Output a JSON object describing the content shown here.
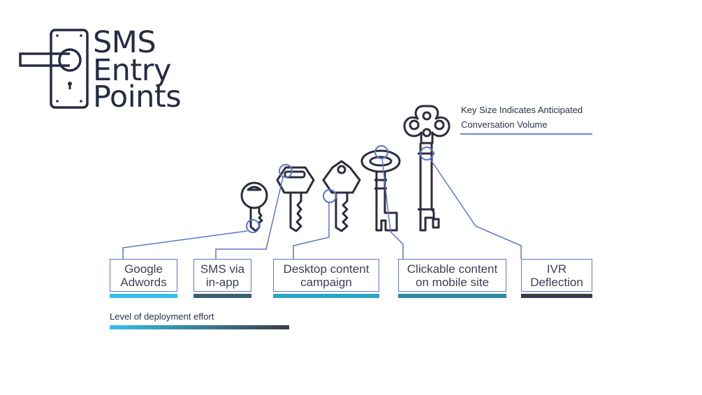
{
  "title": {
    "line1": "SMS",
    "line2": "Entry",
    "line3": "Points"
  },
  "legend": {
    "line1": "Key Size Indicates Anticipated",
    "line2": "Conversation Volume"
  },
  "entry_points": [
    {
      "label": "Google\nAdwords",
      "bar_color": "#35c1ea"
    },
    {
      "label": "SMS via\nin-app",
      "bar_color": "#3b5f6e"
    },
    {
      "label": "Desktop content\ncampaign",
      "bar_color": "#2aa5c8"
    },
    {
      "label": "Clickable content\non mobile site",
      "bar_color": "#2f8aa3"
    },
    {
      "label": "IVR\nDeflection",
      "bar_color": "#3a3d45"
    }
  ],
  "effort": {
    "label": "Level of deployment effort",
    "gradient_start": "#35c1ea",
    "gradient_end": "#3a3d45"
  },
  "colors": {
    "key_stroke": "#2b2d3d",
    "connector": "#5b76c8",
    "title": "#262b45"
  },
  "icons": [
    "door-handle-icon",
    "key-icon"
  ]
}
